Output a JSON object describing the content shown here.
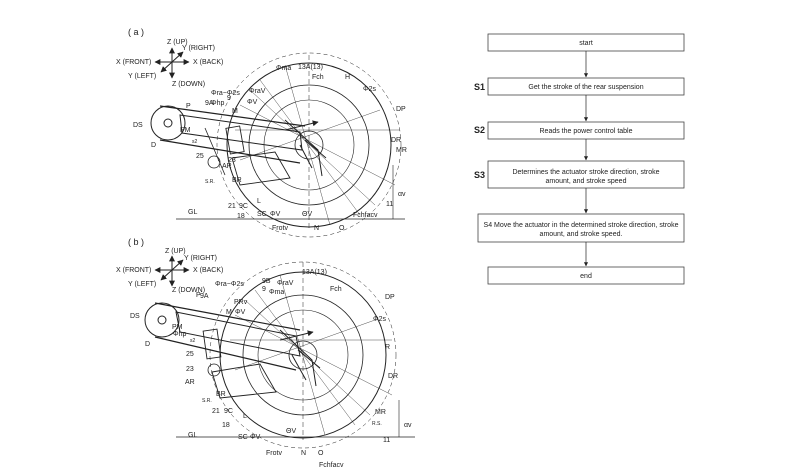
{
  "panel_a": {
    "panel_label": "( a )",
    "axes": {
      "z_up": "Z (UP)",
      "y_right": "Y (RIGHT)",
      "x_front": "X (FRONT)",
      "x_back": "X (BACK)",
      "y_left": "Y (LEFT)",
      "z_down": "Z (DOWN)"
    },
    "labels": {
      "phi_ma": "Φma",
      "label_13a": "13A(13)",
      "fch": "Fch",
      "h": "H",
      "phi_2s": "Φ2s",
      "phi_ra_2s": "Φra−Φ2s",
      "phi_hp": "Φhp",
      "phi_rav": "ΦraV",
      "label_9a": "9A",
      "label_9": "9",
      "phi_v": "ΦV",
      "m": "M",
      "dp": "DP",
      "dr": "DR",
      "mr": "MR",
      "p": "P",
      "ds": "DS",
      "pm": "PM",
      "s2": "s2",
      "d": "D",
      "label_25": "25",
      "label_23": "23",
      "ar": "AR",
      "br": "BR",
      "sr": "S.R.",
      "label_21": "21",
      "label_9c": "9C",
      "l": "L",
      "label_18": "18",
      "sc": "SC",
      "phi_v2": "ΦV",
      "theta_v": "ΘV",
      "gl": "GL",
      "frotv": "Frotv",
      "n": "N",
      "o": "O",
      "fchfacv": "Fchfacv",
      "label_11": "11",
      "alpha_v": "αv"
    }
  },
  "panel_b": {
    "panel_label": "( b )",
    "axes": {
      "z_up": "Z (UP)",
      "y_right": "Y (RIGHT)",
      "x_front": "X (FRONT)",
      "x_back": "X (BACK)",
      "y_left": "Y (LEFT)",
      "z_down": "Z (DOWN)"
    },
    "labels": {
      "phi_ra_2s": "Φra−Φ2s",
      "label_9b": "9B",
      "phi_rav": "ΦraV",
      "label_13a": "13A(13)",
      "fch": "Fch",
      "dp": "DP",
      "p": "P",
      "label_9a": "9A",
      "label_9": "9",
      "phi_ma": "Φma",
      "prv": "PRv",
      "m": "M",
      "phi_v": "ΦV",
      "phi_2s": "Φ2s",
      "ds": "DS",
      "pm": "PM",
      "phi_hp": "Φhp",
      "s2": "s2",
      "d": "D",
      "r": "R",
      "label_25": "25",
      "label_23": "23",
      "ar": "AR",
      "br": "BR",
      "sr": "S.R.",
      "dr": "DR",
      "label_21": "21",
      "label_9c": "9C",
      "l": "L",
      "mr": "MR",
      "rs": "R.S.",
      "label_18": "18",
      "gl": "GL",
      "sc": "SC",
      "phi_v2": "ΦV",
      "theta_v": "ΘV",
      "alpha_v": "αv",
      "frotv": "Frotv",
      "n": "N",
      "o": "O",
      "fchfacv": "Fchfacv",
      "label_11": "11"
    }
  },
  "flowchart": {
    "start": "start",
    "steps": [
      {
        "id": "S1",
        "text": "Get the stroke of the rear suspension"
      },
      {
        "id": "S2",
        "text": "Reads the power control table"
      },
      {
        "id": "S3",
        "text_line1": "Determines the actuator stroke direction, stroke",
        "text_line2": "amount, and stroke speed"
      },
      {
        "id": "S4",
        "text_line1": "S4 Move the actuator in the determined stroke direction, stroke",
        "text_line2": "amount, and stroke speed."
      }
    ],
    "end": "end"
  }
}
